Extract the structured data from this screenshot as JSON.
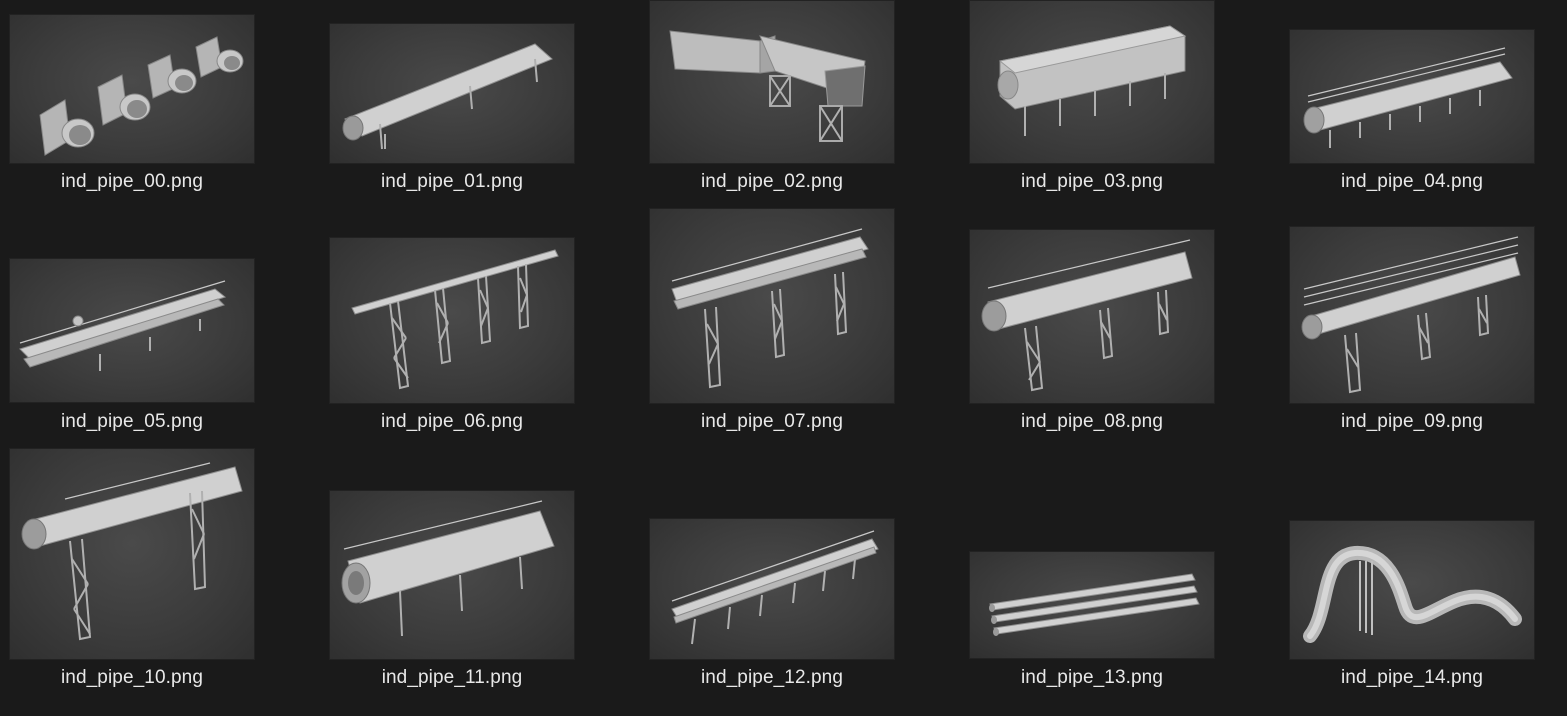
{
  "files": [
    {
      "name": "ind_pipe_00.png",
      "icon": "pipe-flanges-thumbnail"
    },
    {
      "name": "ind_pipe_01.png",
      "icon": "pipe-single-support-thumbnail"
    },
    {
      "name": "ind_pipe_02.png",
      "icon": "duct-bend-thumbnail"
    },
    {
      "name": "ind_pipe_03.png",
      "icon": "pipe-enclosed-thumbnail"
    },
    {
      "name": "ind_pipe_04.png",
      "icon": "pipe-ribbed-thumbnail"
    },
    {
      "name": "ind_pipe_05.png",
      "icon": "pipe-bundle-low-thumbnail"
    },
    {
      "name": "ind_pipe_06.png",
      "icon": "pipe-rack-thumbnail"
    },
    {
      "name": "ind_pipe_07.png",
      "icon": "pipe-rack-bundle-thumbnail"
    },
    {
      "name": "ind_pipe_08.png",
      "icon": "pipe-large-rack-thumbnail"
    },
    {
      "name": "ind_pipe_09.png",
      "icon": "pipe-walkway-thumbnail"
    },
    {
      "name": "ind_pipe_10.png",
      "icon": "pipe-gantry-thumbnail"
    },
    {
      "name": "ind_pipe_11.png",
      "icon": "pipe-tank-thumbnail"
    },
    {
      "name": "ind_pipe_12.png",
      "icon": "pipe-long-rack-thumbnail"
    },
    {
      "name": "ind_pipe_13.png",
      "icon": "pipe-triple-thumbnail"
    },
    {
      "name": "ind_pipe_14.png",
      "icon": "pipe-curved-thumbnail"
    }
  ]
}
